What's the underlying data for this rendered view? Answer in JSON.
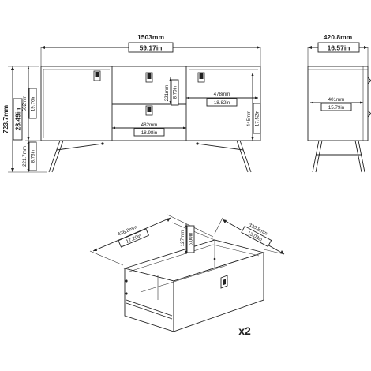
{
  "front": {
    "width_mm": "1503mm",
    "width_in": "59.17in",
    "height_mm": "723.7mm",
    "height_in": "28.49in",
    "body_h_mm": "502mm",
    "body_h_in": "19.76in",
    "leg_h_mm": "221.7mm",
    "leg_h_in": "8.73in",
    "drawer_h_mm": "221mm",
    "drawer_h_in": "8.70in",
    "right_w_mm": "478mm",
    "right_w_in": "18.82in",
    "right_h_mm": "445mm",
    "right_h_in": "17.52in",
    "drawer_w_mm": "482mm",
    "drawer_w_in": "18.98in"
  },
  "side": {
    "depth_mm": "420.8mm",
    "depth_in": "16.57in",
    "inner_mm": "401mm",
    "inner_in": "15.79in"
  },
  "drawer": {
    "depth_mm": "436.8mm",
    "depth_in": "17.20in",
    "height_mm": "127mm",
    "height_in": "5.00in",
    "width_mm": "330.8mm",
    "width_in": "13.03in",
    "count": "x2"
  }
}
